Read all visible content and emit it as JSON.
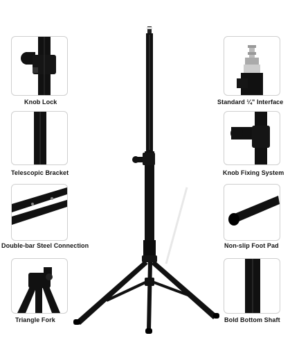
{
  "colors": {
    "metal": "#111111",
    "frame_border": "#cfcfcf",
    "caption": "#111111"
  },
  "left_features": [
    {
      "label": "Knob Lock",
      "icon": "knob-lock-icon"
    },
    {
      "label": "Telescopic Bracket",
      "icon": "telescopic-bracket-icon"
    },
    {
      "label": "Double-bar Steel Connection",
      "icon": "double-bar-connection-icon"
    },
    {
      "label": "Triangle Fork",
      "icon": "triangle-fork-icon"
    }
  ],
  "right_features": [
    {
      "label": "Standard ¼\" Interface",
      "icon": "quarter-inch-interface-icon"
    },
    {
      "label": "Knob Fixing System",
      "icon": "knob-fixing-icon"
    },
    {
      "label": "Non-slip Foot Pad",
      "icon": "foot-pad-icon"
    },
    {
      "label": "Bold Bottom Shaft",
      "icon": "bottom-shaft-icon"
    }
  ]
}
